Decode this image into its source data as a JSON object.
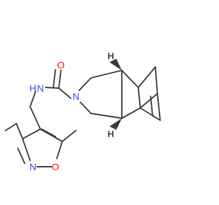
{
  "molecule": {
    "atoms": {
      "o_carbonyl": "O",
      "n_ring": "N",
      "n_amide": "N",
      "h_amide": "H",
      "n_isoxazole": "N",
      "o_isoxazole": "O",
      "h_stereo_top": "H",
      "h_stereo_bottom": "H"
    },
    "colors": {
      "bond": "#3a3a3a",
      "oxygen": "#ff0d0d",
      "nitrogen": "#3050f8",
      "stereo_h": "#3a3a3a",
      "background": "#ffffff"
    }
  }
}
